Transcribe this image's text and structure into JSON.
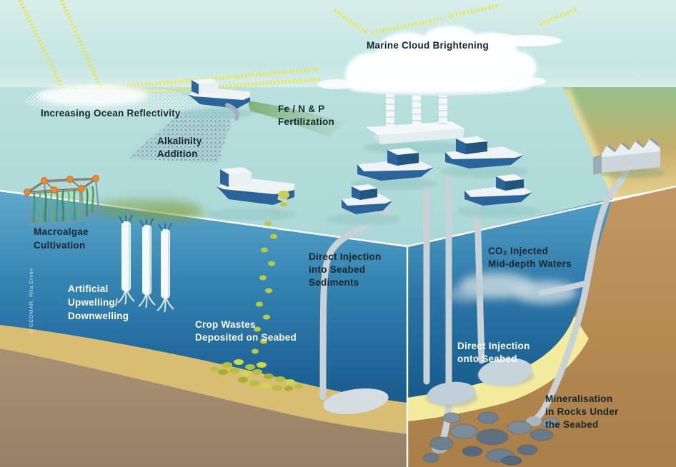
{
  "figure": {
    "title_context": "Ocean-based carbon dioxide removal and marine geoengineering methods",
    "credit": "© GEOMAR, Rita Erven",
    "labels": {
      "increasing_ocean_reflectivity": {
        "lines": [
          "Increasing Ocean Reflectivity"
        ]
      },
      "marine_cloud_brightening": {
        "lines": [
          "Marine Cloud Brightening"
        ]
      },
      "alkalinity_addition": {
        "lines": [
          "Alkalinity",
          "Addition"
        ]
      },
      "fe_n_p_fertilization": {
        "lines": [
          "Fe / N & P",
          "Fertilization"
        ]
      },
      "macroalgae_cultivation": {
        "lines": [
          "Macroalgae",
          "Cultivation"
        ]
      },
      "artificial_upwelling": {
        "lines": [
          "Artificial",
          "Upwelling/",
          "Downwelling"
        ]
      },
      "crop_wastes": {
        "lines": [
          "Crop Wastes",
          "Deposited on Seabed"
        ]
      },
      "direct_injection_sediments": {
        "lines": [
          "Direct Injection",
          "into Seabed",
          "Sediments"
        ]
      },
      "co2_mid_depth": {
        "lines": [
          "CO₂ Injected",
          "Mid-depth Waters"
        ]
      },
      "direct_injection_seabed": {
        "lines": [
          "Direct Injection",
          "onto Seabed"
        ]
      },
      "mineralisation": {
        "lines": [
          "Mineralisation",
          "in Rocks Under",
          "the Seabed"
        ]
      }
    },
    "colors": {
      "sun_ray": "#f0e535",
      "sky_top": "#d8eeea",
      "surface_water": "#b4dedb",
      "deep_water": "#14527e",
      "land_green": "#8fbe87",
      "sand_bright": "#f3eb9e",
      "sand_front": "#d9bd72",
      "sediment_brown": "#b78b52",
      "ship_hull_blue": "#2b639b",
      "algae_green": "#55a04b",
      "buoy_orange": "#ec8a2e",
      "crop_waste_green": "#bdc844",
      "alkalinity_gray": "#7e98ab",
      "pipe_gray": "#c9d2d7",
      "rock_gray": "#66778a",
      "co2_plume_gray": "#c3cfd8",
      "cloud_white": "#fdffff",
      "text_dark": "#16262f",
      "text_light": "#ffffff"
    }
  }
}
